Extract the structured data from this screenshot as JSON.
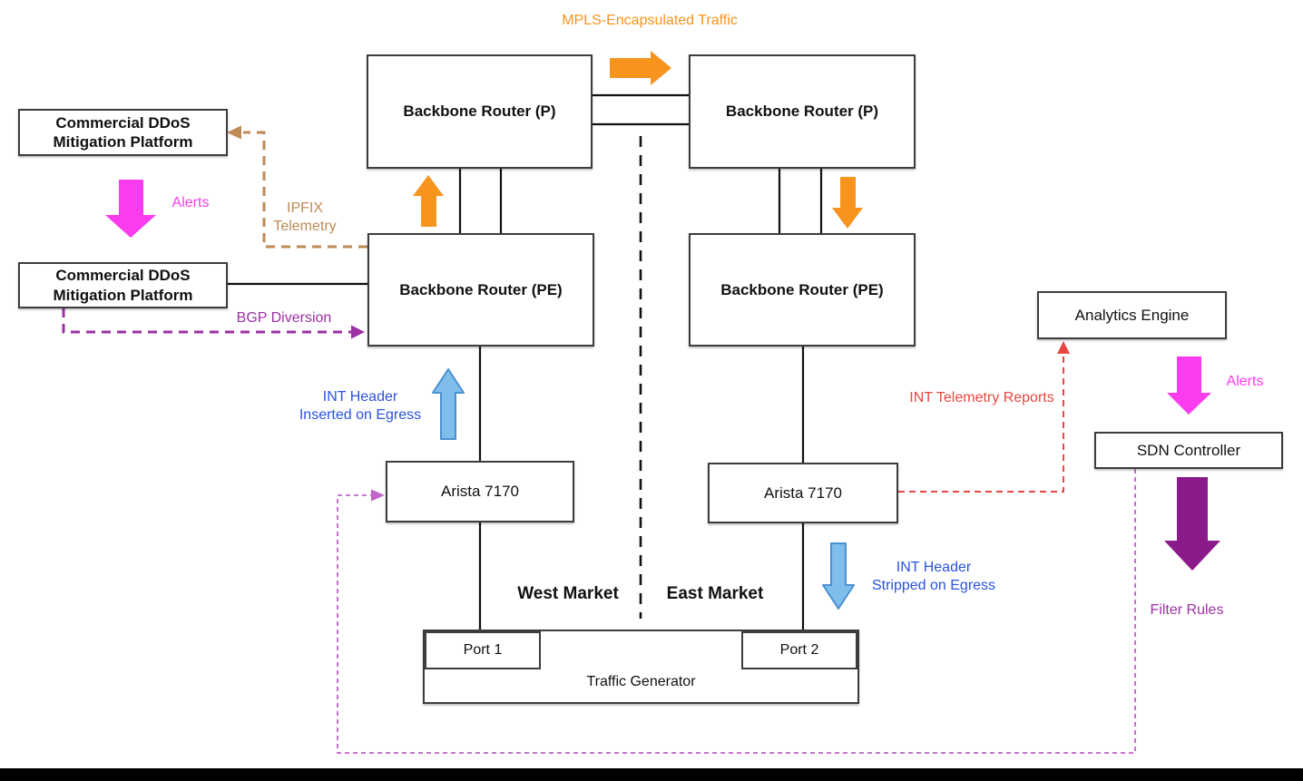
{
  "colors": {
    "orange": "#F7941E",
    "magenta": "#FA3BEE",
    "tan": "#BE8A55",
    "purple": "#9C30A4",
    "dark_purple": "#8B1A8B",
    "red": "#E8473F",
    "blue_text": "#2A52E0",
    "blue_fill": "#7FBEEB",
    "blue_stroke": "#4A90D2",
    "orchid": "#C263C8",
    "line": "#111111",
    "box_border": "#3D3D3D"
  },
  "nodes": {
    "ddos_top": "Commercial DDoS Mitigation Platform",
    "ddos_bottom": "Commercial DDoS Mitigation Platform",
    "p_left": "Backbone Router (P)",
    "p_right": "Backbone Router (P)",
    "pe_left": "Backbone Router (PE)",
    "pe_right": "Backbone Router (PE)",
    "arista_left": "Arista 7170",
    "arista_right": "Arista 7170",
    "analytics": "Analytics Engine",
    "sdn": "SDN Controller",
    "traffic_generator": "Traffic Generator",
    "port1": "Port 1",
    "port2": "Port 2"
  },
  "labels": {
    "mpls": "MPLS-Encapsulated Traffic",
    "alerts_left": "Alerts",
    "ipfix": "IPFIX\nTelemetry",
    "bgp": "BGP Diversion",
    "int_insert": "INT Header\nInserted on Egress",
    "int_strip": "INT Header\nStripped on Egress",
    "int_reports": "INT Telemetry Reports",
    "alerts_right": "Alerts",
    "filter_rules": "Filter Rules",
    "west_market": "West Market",
    "east_market": "East Market"
  }
}
